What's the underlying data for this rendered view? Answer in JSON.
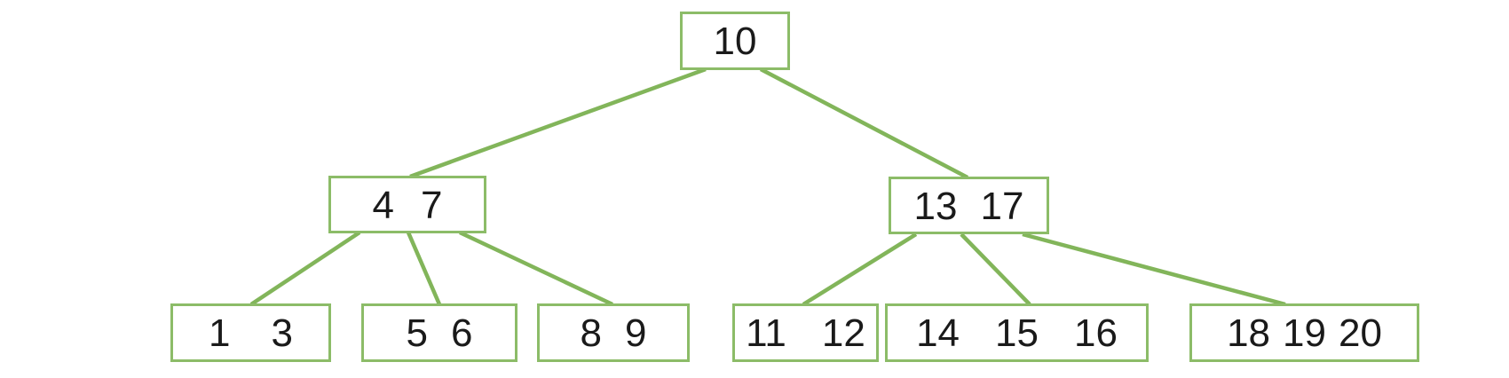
{
  "diagram": {
    "type": "b-tree",
    "colors": {
      "line": "#82b55a",
      "node_border": "#8cbc68",
      "text": "#1a1a1a",
      "background": "#ffffff"
    },
    "nodes": [
      {
        "id": "root",
        "level": 0,
        "keys": [
          "10"
        ]
      },
      {
        "id": "4-7",
        "level": 1,
        "keys": [
          "4",
          "7"
        ]
      },
      {
        "id": "13-17",
        "level": 1,
        "keys": [
          "13",
          "17"
        ]
      },
      {
        "id": "leaf-1-3",
        "level": 2,
        "keys": [
          "1",
          "3"
        ]
      },
      {
        "id": "leaf-5-6",
        "level": 2,
        "keys": [
          "5",
          "6"
        ]
      },
      {
        "id": "leaf-8-9",
        "level": 2,
        "keys": [
          "8",
          "9"
        ]
      },
      {
        "id": "leaf-11-12",
        "level": 2,
        "keys": [
          "11",
          "12"
        ]
      },
      {
        "id": "leaf-14-15-16",
        "level": 2,
        "keys": [
          "14",
          "15",
          "16"
        ]
      },
      {
        "id": "leaf-18-19-20",
        "level": 2,
        "keys": [
          "18",
          "19",
          "20"
        ]
      }
    ],
    "edges": [
      {
        "from": "root",
        "to": "4-7"
      },
      {
        "from": "root",
        "to": "13-17"
      },
      {
        "from": "4-7",
        "to": "leaf-1-3"
      },
      {
        "from": "4-7",
        "to": "leaf-5-6"
      },
      {
        "from": "4-7",
        "to": "leaf-8-9"
      },
      {
        "from": "13-17",
        "to": "leaf-11-12"
      },
      {
        "from": "13-17",
        "to": "leaf-14-15-16"
      },
      {
        "from": "13-17",
        "to": "leaf-18-19-20"
      }
    ]
  }
}
